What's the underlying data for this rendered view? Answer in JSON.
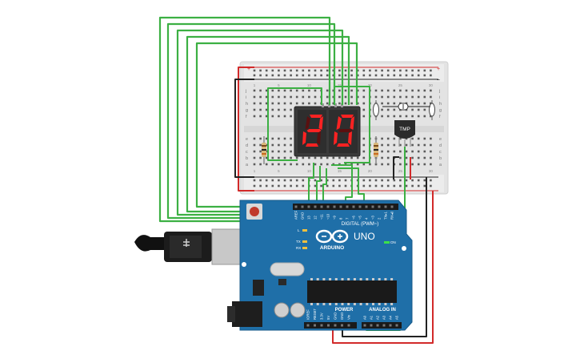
{
  "display": {
    "left_digit": "2",
    "right_digit": "0",
    "color_on": "#ff2222",
    "color_off": "#5a1010"
  },
  "breadboard": {
    "row_letters_top": [
      "j",
      "i",
      "h",
      "g",
      "f"
    ],
    "row_letters_bottom": [
      "e",
      "d",
      "c",
      "b",
      "a"
    ],
    "column_numbers": [
      "1",
      "5",
      "10",
      "15",
      "20",
      "25",
      "30"
    ]
  },
  "sensor": {
    "label": "TMP"
  },
  "arduino": {
    "brand": "ARDUINO",
    "model": "UNO",
    "digital_label": "DIGITAL (PWM~)",
    "power_label": "POWER",
    "analog_label": "ANALOG IN",
    "on_label": "ON",
    "l_label": "L",
    "tx_label": "TX",
    "rx_label": "RX",
    "digital_pins": [
      "AREF",
      "GND",
      "13",
      "12",
      "~11",
      "~10",
      "~9",
      "8",
      "7",
      "~6",
      "~5",
      "4",
      "~3",
      "2",
      "TX▸1",
      "RX◂0"
    ],
    "power_pins": [
      "IOREF",
      "RESET",
      "3.3V",
      "5V",
      "GND",
      "GND",
      "Vin"
    ],
    "analog_pins": [
      "A0",
      "A1",
      "A2",
      "A3",
      "A4",
      "A5"
    ]
  },
  "colors": {
    "wire_green": "#3cb043",
    "wire_red": "#d22a2a",
    "wire_black": "#222222",
    "board_blue": "#1f6fa8",
    "breadboard": "#e6e6e6"
  }
}
